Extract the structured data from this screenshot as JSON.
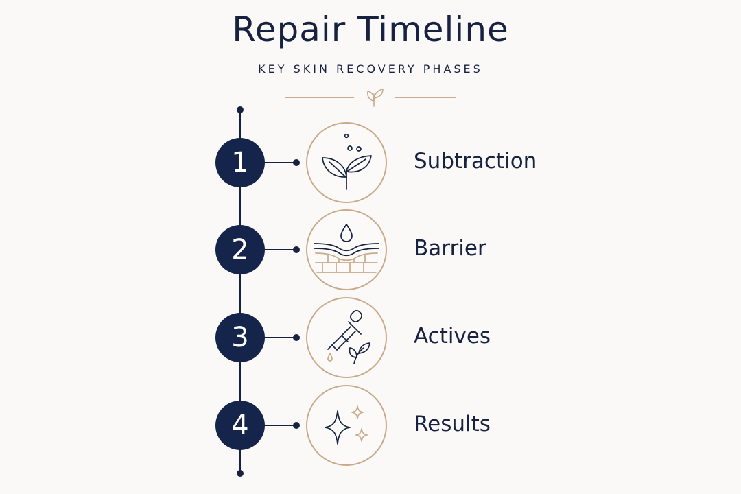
{
  "header": {
    "title": "Repair Timeline",
    "subtitle": "KEY SKIN RECOVERY PHASES",
    "ornament_icon": "sprout-icon"
  },
  "colors": {
    "navy": "#15244a",
    "gold": "#c9ab8c",
    "background": "#faf9f7"
  },
  "steps": [
    {
      "number": "1",
      "label": "Subtraction",
      "icon": "leaves-icon"
    },
    {
      "number": "2",
      "label": "Barrier",
      "icon": "skin-barrier-icon"
    },
    {
      "number": "3",
      "label": "Actives",
      "icon": "dropper-icon"
    },
    {
      "number": "4",
      "label": "Results",
      "icon": "sparkles-icon"
    }
  ]
}
